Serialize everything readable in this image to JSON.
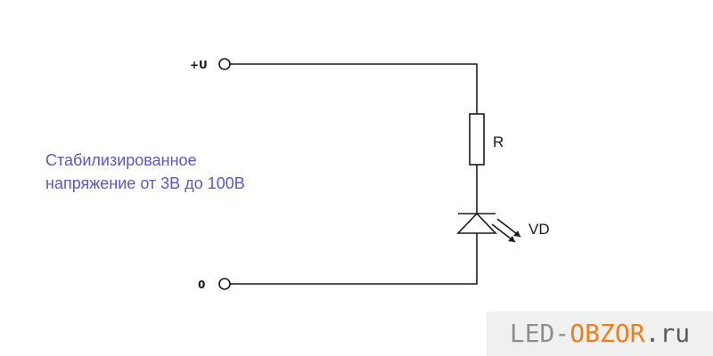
{
  "terminals": {
    "positive": "+U",
    "ground": "0"
  },
  "components": {
    "resistor": "R",
    "led": "VD"
  },
  "caption": {
    "line1": "Стабилизированное",
    "line2": "напряжение от 3В до 100В"
  },
  "watermark": {
    "part1": "LED",
    "separator": "-",
    "part2": "OBZOR",
    "part3": ".ru"
  },
  "colors": {
    "caption": "#5a5ab8",
    "watermark_accent": "#ef7d1b",
    "wire": "#1a1a1a"
  }
}
